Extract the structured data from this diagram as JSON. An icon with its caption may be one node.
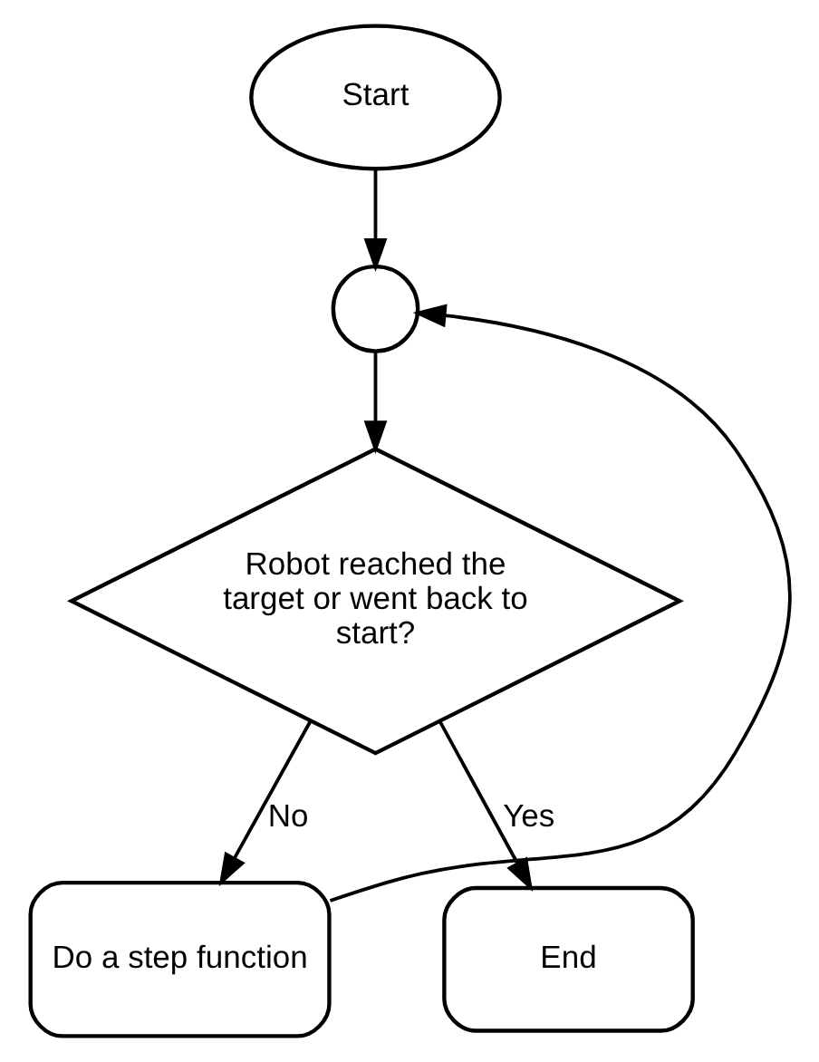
{
  "diagram": {
    "nodes": [
      {
        "text": [
          "Start"
        ]
      },
      {
        "text": [],
        "shape": "circle"
      },
      {
        "text": [
          "Robot reached the target or went back to start?"
        ]
      },
      {
        "text": [
          "Do a step function"
        ]
      },
      {
        "text": [
          "End"
        ]
      }
    ],
    "edges": [
      {
        "from": 0,
        "to": 1,
        "arrow": "to"
      },
      {
        "from": 1,
        "to": 2,
        "arrow": "to"
      },
      {
        "from": 2,
        "to": 4,
        "arrow": "to",
        "label": "Yes"
      },
      {
        "from": 2,
        "to": 3,
        "arrow": "to",
        "label": "No"
      },
      {
        "from": 3,
        "to": 1,
        "arrow": "to"
      }
    ]
  }
}
